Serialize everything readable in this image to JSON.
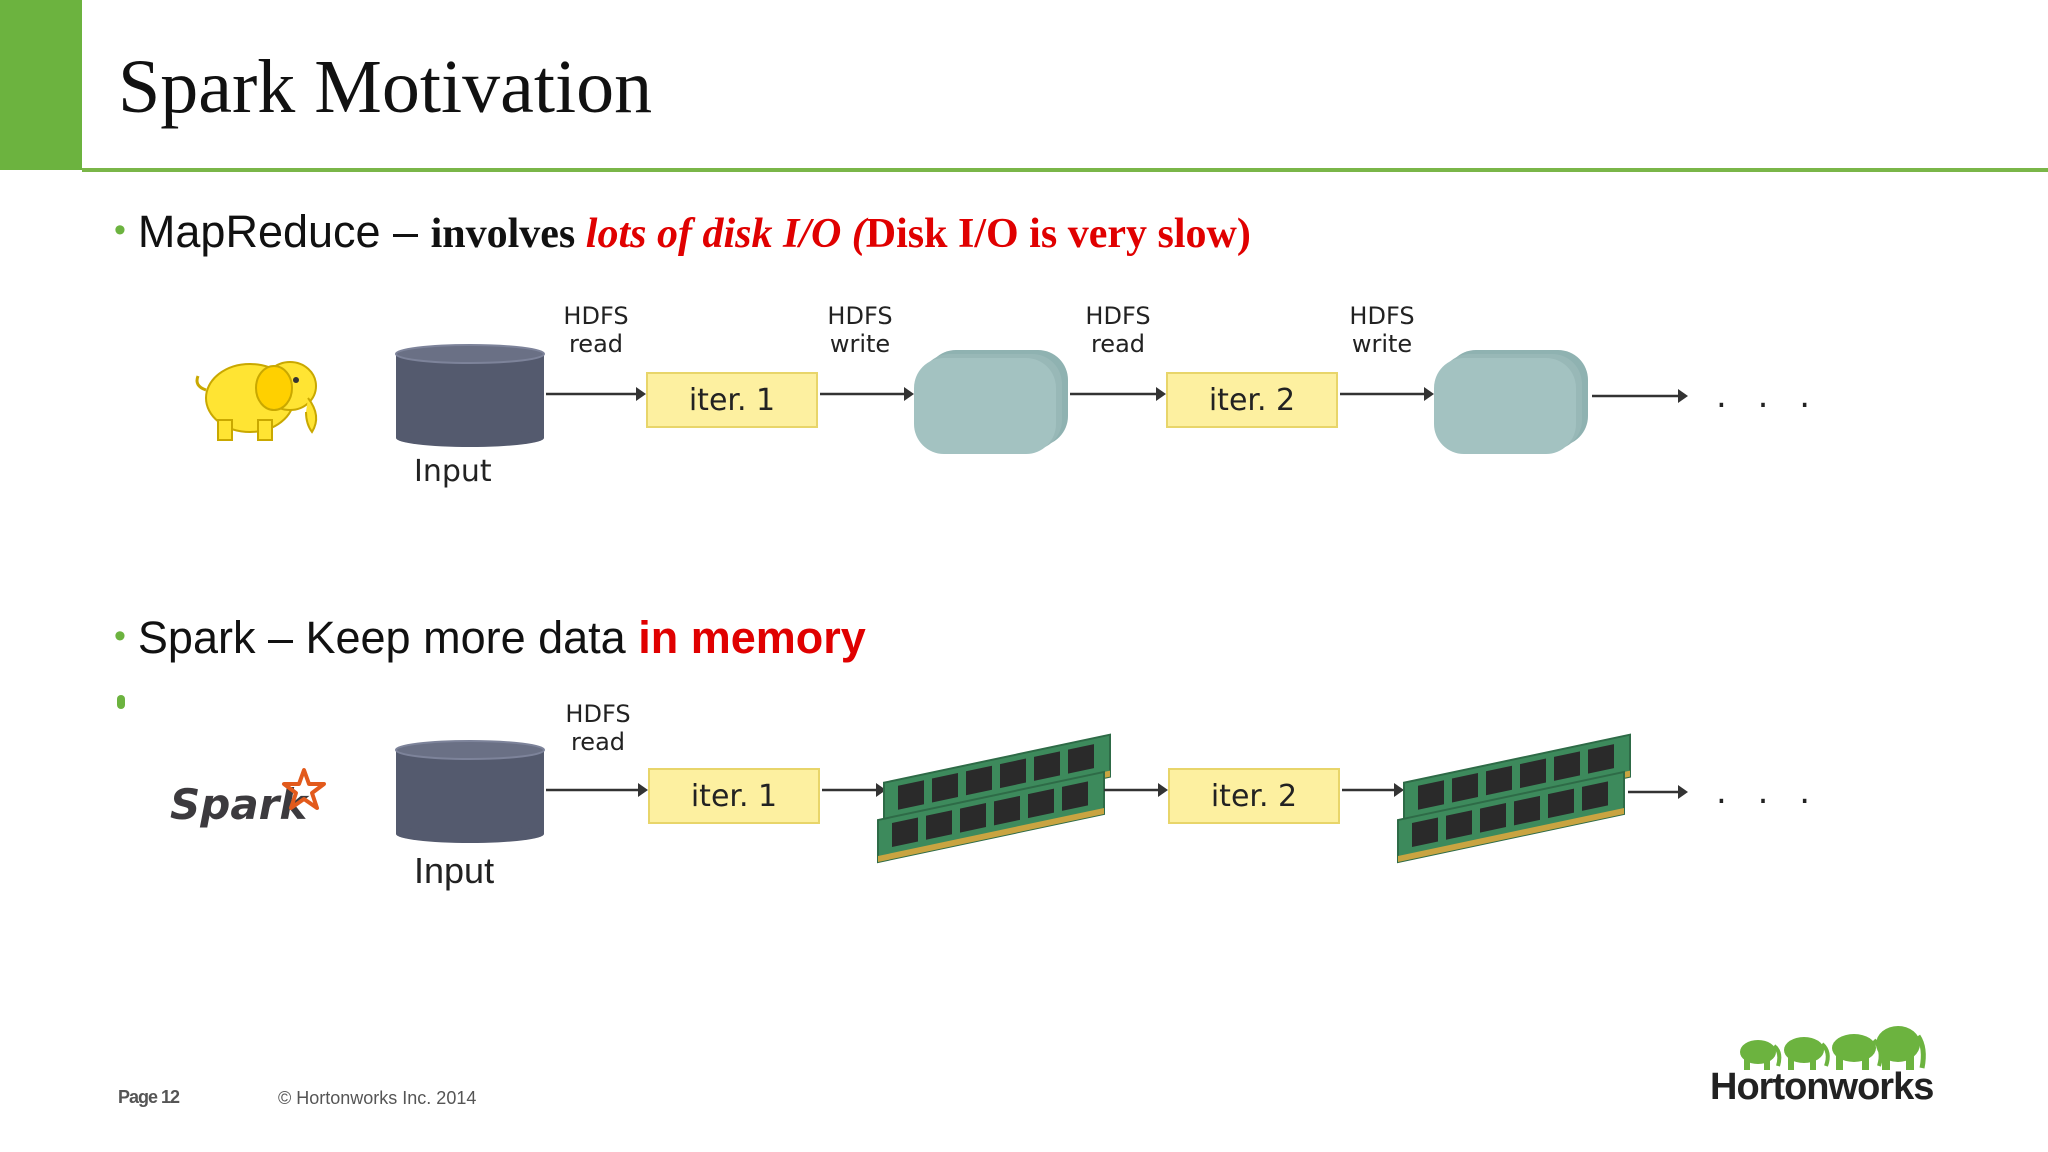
{
  "slide": {
    "title": "Spark Motivation",
    "bullet1": {
      "lead": "MapReduce – ",
      "involves": "involves ",
      "emph": "lots of disk I/O (",
      "tail": "Disk I/O is very slow)"
    },
    "bullet2": {
      "lead": "Spark – Keep more data ",
      "emph": "in memory"
    }
  },
  "mapreduce_flow": {
    "hdfs_read_1": "HDFS\nread",
    "hdfs_write_1": "HDFS\nwrite",
    "hdfs_read_2": "HDFS\nread",
    "hdfs_write_2": "HDFS\nwrite",
    "input_label": "Input",
    "iter1": "iter. 1",
    "iter2": "iter. 2",
    "ellipsis": ". . ."
  },
  "spark_flow": {
    "hdfs_read": "HDFS\nread",
    "input_label": "Input",
    "iter1": "iter. 1",
    "iter2": "iter. 2",
    "ellipsis": ". . .",
    "logo_text": "Spark"
  },
  "footer": {
    "page": "Page 12",
    "copyright": "© Hortonworks Inc. 2014",
    "brand": "Hortonworks"
  },
  "colors": {
    "accent_green": "#6cb33f",
    "emphasis_red": "#e00000",
    "disk_gray": "#545a6e",
    "hdfs_store": "#9dbdbc",
    "iter_fill": "#fdf0a0"
  },
  "icons": [
    "hadoop-elephant-icon",
    "spark-star-icon",
    "database-cylinder-icon",
    "ram-module-icon",
    "arrow-icon"
  ]
}
